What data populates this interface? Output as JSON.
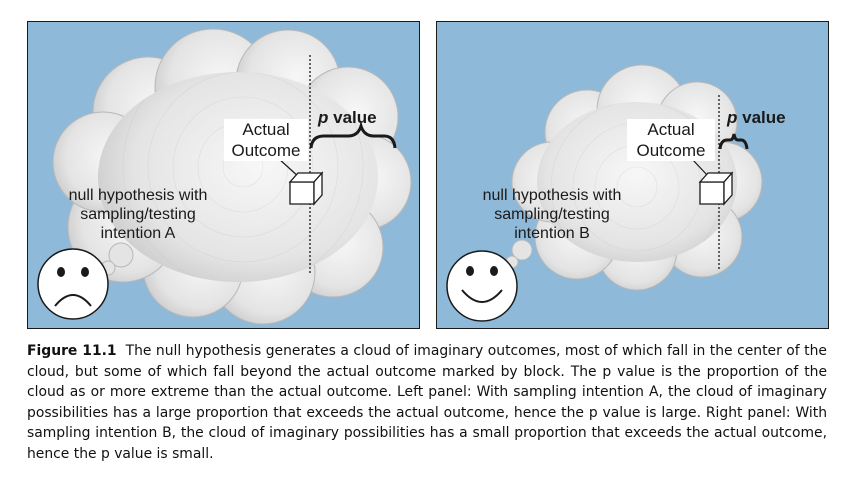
{
  "left_panel": {
    "actual_outcome_line1": "Actual",
    "actual_outcome_line2": "Outcome",
    "p_value_italic": "p",
    "p_value_rest": " value",
    "null_line1": "null hypothesis with",
    "null_line2": "sampling/testing",
    "null_line3": "intention A",
    "face": "sad-face-icon"
  },
  "right_panel": {
    "actual_outcome_line1": "Actual",
    "actual_outcome_line2": "Outcome",
    "p_value_italic": "p",
    "p_value_rest": " value",
    "null_line1": "null hypothesis with",
    "null_line2": "sampling/testing",
    "null_line3": "intention B",
    "face": "happy-face-icon"
  },
  "caption": {
    "label": "Figure 11.1",
    "text": "The null hypothesis generates a cloud of imaginary outcomes, most of which fall in the center of the cloud, but some of which fall beyond the actual outcome marked by block. The p value is the proportion of the cloud as or more extreme than the actual outcome. Left panel: With sampling intention A, the cloud of imaginary possibilities has a large proportion that exceeds the actual outcome, hence the p value is large. Right panel: With sampling intention B, the cloud of imaginary possibilities has a small proportion that exceeds the actual outcome, hence the p value is small."
  },
  "colors": {
    "background": "#8fb9d9",
    "cloud": "#e6e6e6",
    "cloud_edge": "#b8b8b8",
    "outline": "#1a1a1a"
  }
}
